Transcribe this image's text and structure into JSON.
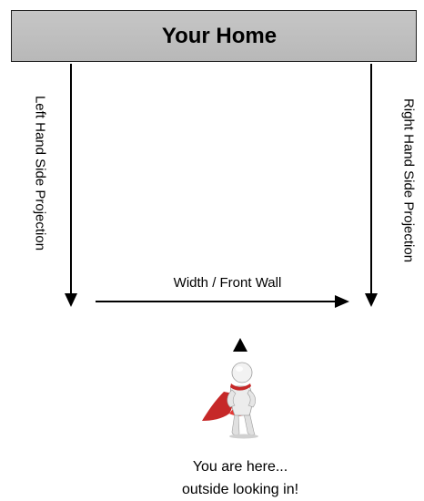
{
  "header": {
    "title": "Your Home"
  },
  "labels": {
    "left_projection": "Left Hand Side Projection",
    "right_projection": "Right Hand Side Projection",
    "width": "Width / Front Wall"
  },
  "caption": {
    "line1": "You are here...",
    "line2": "outside looking in!"
  },
  "figure": {
    "icon": "superhero-figure-icon",
    "cape_color": "#d32f2f",
    "body_color": "#e6e6e6"
  },
  "colors": {
    "home_fill": "#bfbfbf",
    "stroke": "#000000"
  }
}
